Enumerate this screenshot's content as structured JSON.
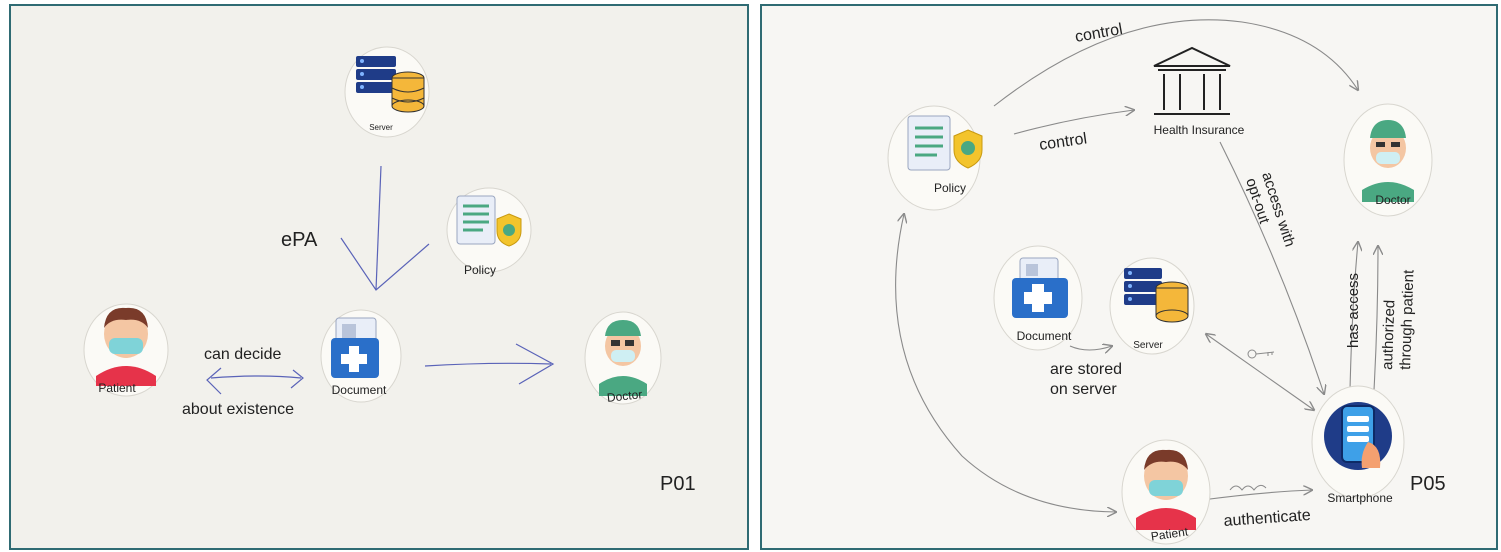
{
  "colors": {
    "border": "#2f6b73",
    "pencil": "#8a8a8a",
    "pen_blue": "#5a63b8",
    "skin": "#f4c6a3",
    "shirt_red": "#e6334a",
    "mask": "#7fd3d8",
    "doctor_green": "#4aa882",
    "server_navy": "#1f3c88",
    "db_yellow": "#f4b73a",
    "shield_yellow": "#f3c42c",
    "phone_blue": "#2a6fc9"
  },
  "left": {
    "labels": {
      "server": "Server",
      "policy": "Policy",
      "patient": "Patient",
      "document": "Document",
      "doctor": "Doctor",
      "epa": "ePA",
      "can_decide": "can decide",
      "about_existence": "about existence",
      "participant": "P01"
    }
  },
  "right": {
    "labels": {
      "policy": "Policy",
      "health_insurance": "Health Insurance",
      "doctor": "Doctor",
      "document": "Document",
      "server": "Server",
      "patient": "Patient",
      "smartphone": "Smartphone",
      "control_top": "control",
      "control_mid": "control",
      "access_with": "access with",
      "opt_out": "opt-out",
      "has_access": "has access",
      "authorized": "authorized",
      "through_patient": "through patient",
      "are_stored": "are stored",
      "on_server": "on server",
      "authenticate": "authenticate",
      "participant": "P05"
    }
  }
}
